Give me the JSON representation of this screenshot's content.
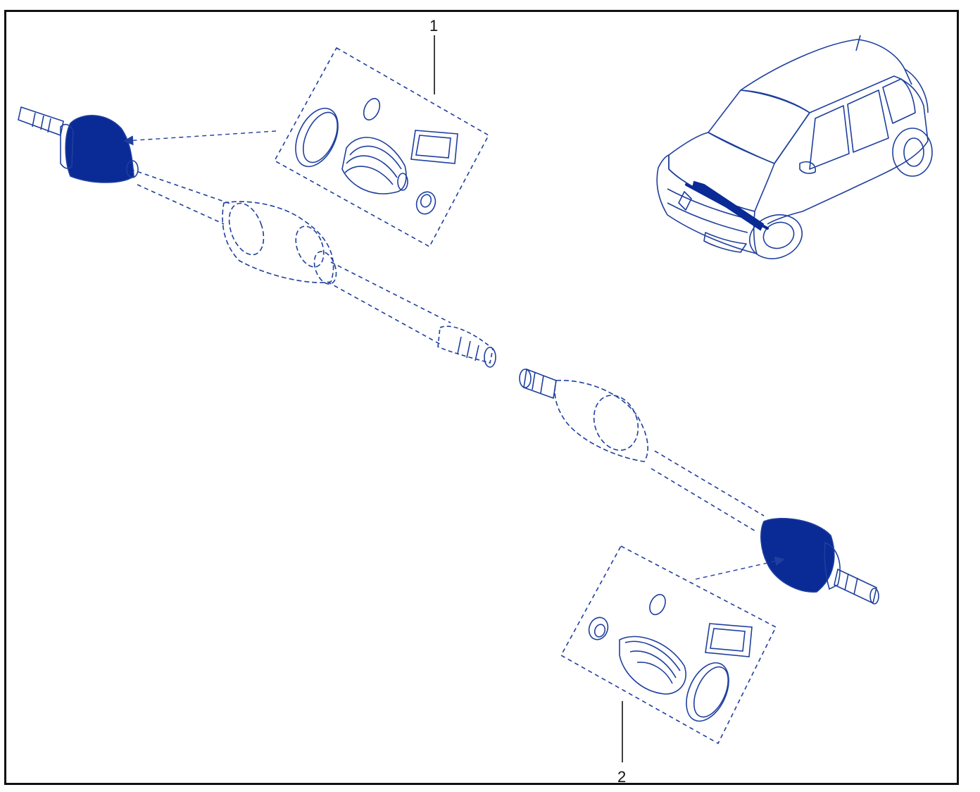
{
  "diagram": {
    "callouts": [
      {
        "id": "1",
        "label": "1"
      },
      {
        "id": "2",
        "label": "2"
      }
    ]
  },
  "colors": {
    "line": "#1e3f9e",
    "fill": "#0a2a96",
    "frame": "#111111",
    "background": "#ffffff"
  },
  "icons": {
    "vehicle": "suv-line-drawing-icon",
    "boot_kit": "cv-boot-kit-icon"
  }
}
